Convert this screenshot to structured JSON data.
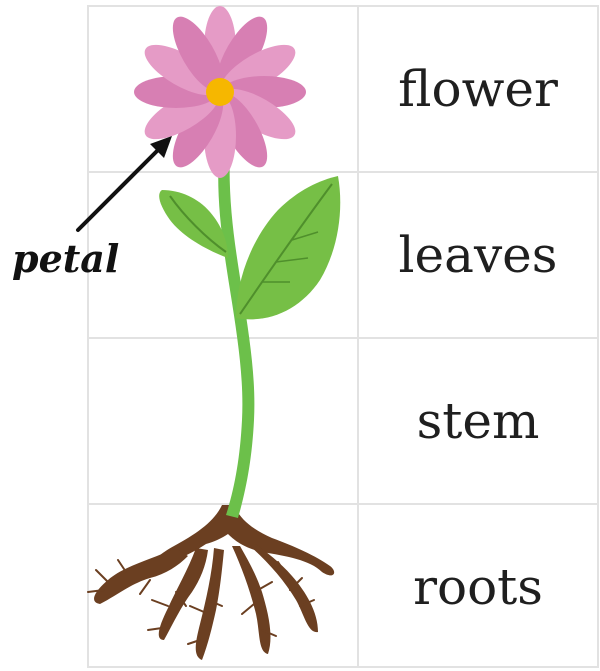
{
  "annotation": {
    "label": "petal"
  },
  "parts": [
    {
      "label": "flower"
    },
    {
      "label": "leaves"
    },
    {
      "label": "stem"
    },
    {
      "label": "roots"
    }
  ],
  "colors": {
    "grid_line": "#e2e2e2",
    "petal_light": "#e59bc6",
    "petal_dark": "#d77fb3",
    "flower_center": "#f6b700",
    "leaf": "#76bf46",
    "leaf_vein": "#4f8f2c",
    "stem": "#6cc04a",
    "roots": "#6b3f21",
    "text": "#1f1f1f"
  },
  "icons": {
    "arrow": "arrow-up-right-icon"
  }
}
